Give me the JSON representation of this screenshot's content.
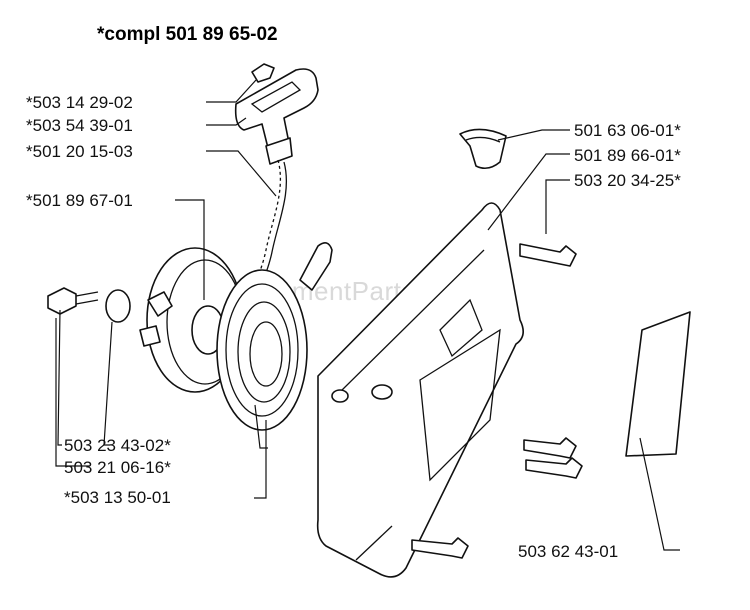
{
  "title": "*compl 501 89 65-02",
  "watermark": "eReplacementParts.com",
  "labels": {
    "l1": "*503 14 29-02",
    "l2": "*503 54 39-01",
    "l3": "*501 20 15-03",
    "l4": "*501 89 67-01",
    "l5": "501 63 06-01*",
    "l6": "501 89 66-01*",
    "l7": "503 20 34-25*",
    "l8": "503 23 43-02*",
    "l9": "503 21 06-16*",
    "l10": "*503 13 50-01",
    "l11": "503 62 43-01"
  }
}
